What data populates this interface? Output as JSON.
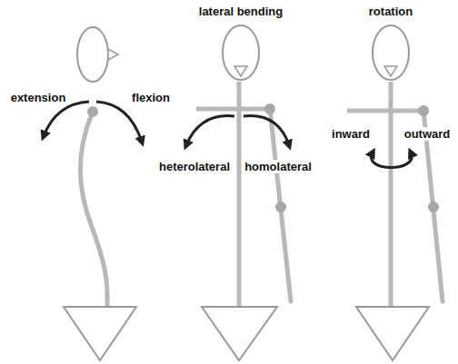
{
  "diagram": {
    "labels": [
      "extension",
      "flexion",
      "lateral bending",
      "heterolateral",
      "homolateral",
      "rotation",
      "inward",
      "outward"
    ]
  }
}
